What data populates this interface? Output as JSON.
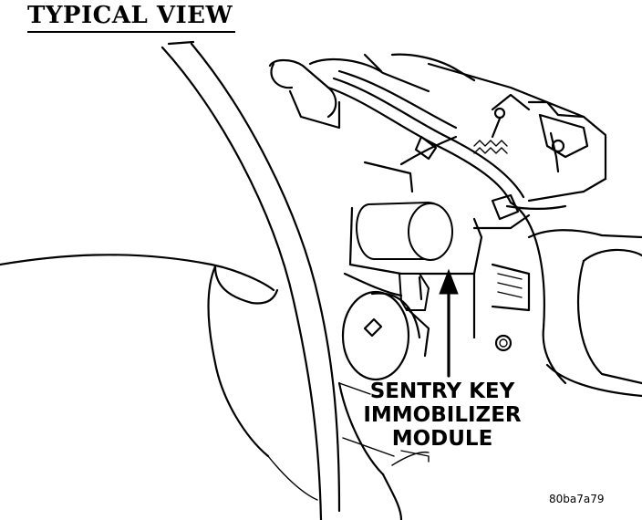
{
  "title": "TYPICAL VIEW",
  "callout": {
    "lines": [
      "SENTRY KEY",
      "IMMOBILIZER",
      "MODULE"
    ]
  },
  "figure_code": "80ba7a79",
  "illustration": {
    "ink_color": "#000000",
    "background_color": "#ffffff",
    "icons": {
      "steering_wheel": "steering-wheel-rim-icon",
      "ignition_lock": "ignition-key-cylinder-icon",
      "immobilizer_module": "immobilizer-module-icon",
      "pointer": "arrow-up-icon",
      "wiring": "wire-harness-icon"
    }
  }
}
